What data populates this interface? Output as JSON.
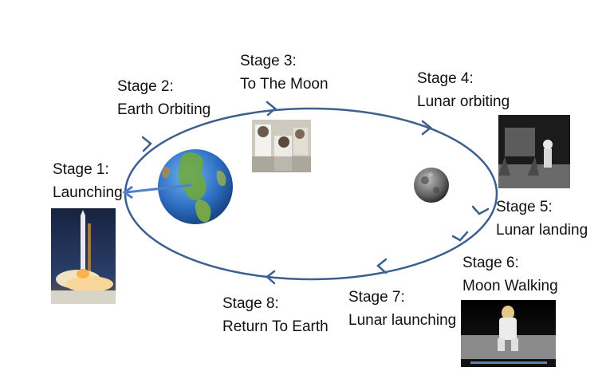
{
  "stages": [
    {
      "number": "Stage 1:",
      "name": "Launching"
    },
    {
      "number": "Stage 2:",
      "name": "Earth Orbiting"
    },
    {
      "number": "Stage 3:",
      "name": "To The Moon"
    },
    {
      "number": "Stage 4:",
      "name": "Lunar orbiting"
    },
    {
      "number": "Stage 5:",
      "name": "Lunar landing"
    },
    {
      "number": "Stage 6:",
      "name": "Moon Walking"
    },
    {
      "number": "Stage 7:",
      "name": "Lunar launching"
    },
    {
      "number": "Stage 8:",
      "name": "Return To Earth"
    }
  ],
  "colors": {
    "orbit": "#3d5f8f",
    "ocean": "#2f6fc4",
    "land": "#5e9a3a",
    "moon": "#4a4a4a",
    "rocket_sky": "#2b3f6a",
    "lunar_surface": "#8a8a8a"
  },
  "icons": [
    "earth-globe",
    "moon",
    "rocket-launch-photo",
    "astronauts-capsule-photo",
    "lunar-module-photo",
    "astronaut-moonwalk-photo"
  ]
}
